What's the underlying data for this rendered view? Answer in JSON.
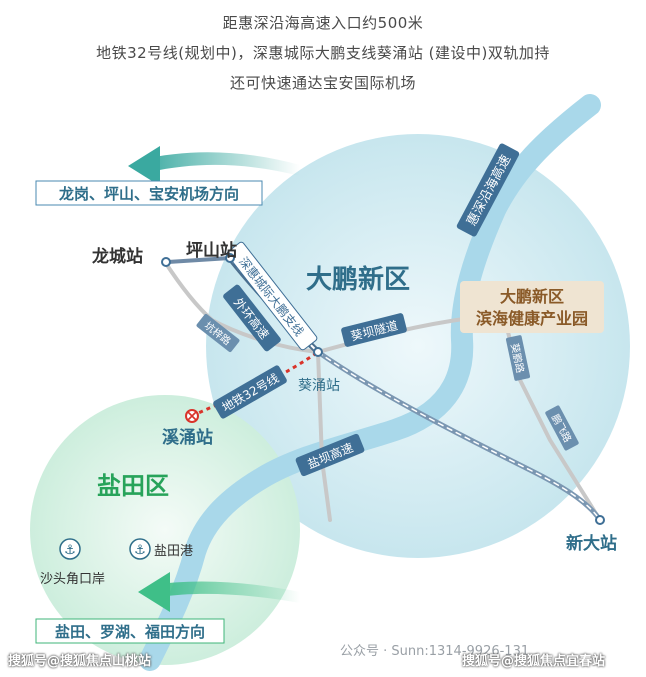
{
  "header": {
    "line1": "距惠深沿海高速入口约500米",
    "line2": "地铁32号线(规划中)，深惠城际大鹏支线葵涌站 (建设中)双轨加持",
    "line3": "还可快速通达宝安国际机场"
  },
  "regions": {
    "dapeng": "大鹏新区",
    "yantian": "盐田区"
  },
  "directions": {
    "top": "龙岗、坪山、宝安机场方向",
    "bottom": "盐田、罗湖、福田方向"
  },
  "stations": {
    "longcheng": "龙城站",
    "pingshan": "坪山站",
    "kuiyong": "葵涌站",
    "xiyong": "溪涌站",
    "xinda": "新大站"
  },
  "roads": {
    "huishen_coastal": "惠深沿海高速",
    "shenhui_intercity": "深惠城际大鹏支线",
    "outer_ring": "外环高速",
    "metro32": "地铁32号线",
    "kuiba_tunnel": "葵坝隧道",
    "yanba": "盐坝高速",
    "road_small1": "坑梓路",
    "road_small2": "葵鹏路",
    "road_small3": "鹏飞路"
  },
  "park": {
    "line1": "大鹏新区",
    "line2": "滨海健康产业园"
  },
  "ports": {
    "yantian_port": "盐田港",
    "shatoujiao": "沙头角口岸"
  },
  "watermarks": {
    "left": "搜狐号@搜狐焦点山桃站",
    "right": "搜狐号@搜狐焦点宜春站",
    "wechat": "公众号 · Sunn:1314-9926-131"
  },
  "colors": {
    "circle_dapeng": "#d6eef4",
    "circle_yantian": "#daf2e6",
    "sea": "#a9d8ea",
    "accent_blue": "#2f6e8a",
    "accent_green": "#27a35a",
    "park_fill": "#efe4d2",
    "park_text": "#8a5a28",
    "metro_red": "#d9342b"
  }
}
